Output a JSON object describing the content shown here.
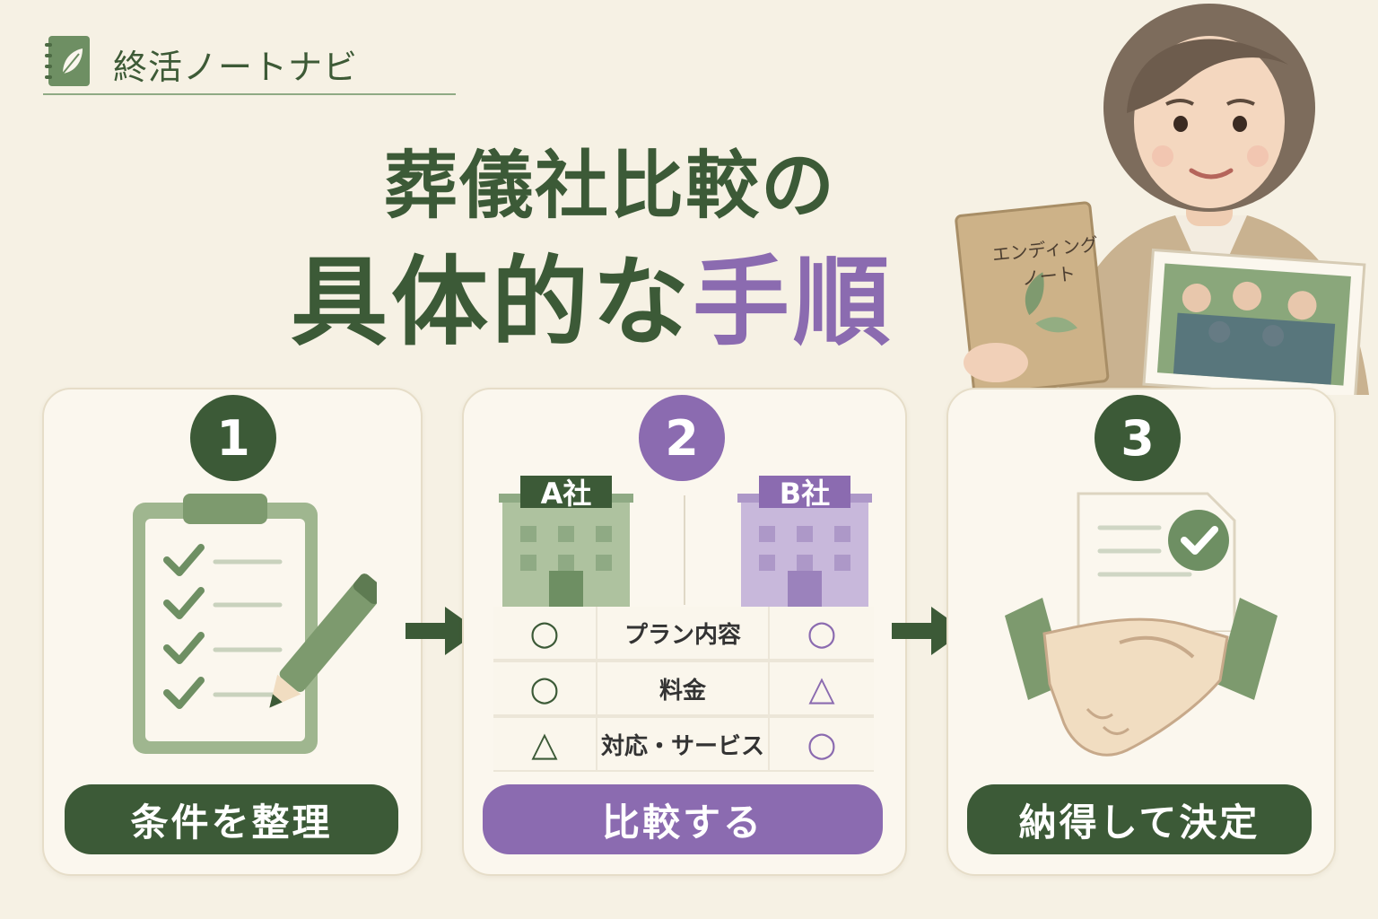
{
  "brand": {
    "name": "終活ノートナビ"
  },
  "title": {
    "line1": "葬儀社比較の",
    "line2_main": "具体的な",
    "line2_accent": "手順"
  },
  "illustration": {
    "book_title_line1": "エンディング",
    "book_title_line2": "ノート"
  },
  "steps": [
    {
      "number": "1",
      "label": "条件を整理"
    },
    {
      "number": "2",
      "label": "比較する"
    },
    {
      "number": "3",
      "label": "納得して決定"
    }
  ],
  "comparison": {
    "company_a": "A社",
    "company_b": "B社",
    "rows": [
      {
        "a": "○",
        "item": "プラン内容",
        "b": "○"
      },
      {
        "a": "○",
        "item": "料金",
        "b": "△"
      },
      {
        "a": "△",
        "item": "対応・サービス",
        "b": "○"
      }
    ]
  },
  "colors": {
    "green": "#3c5a37",
    "purple": "#8b6bb0",
    "background": "#f6f1e4"
  },
  "icons": [
    "notebook-leaf-icon",
    "clipboard-checklist-icon",
    "pencil-icon",
    "building-icon",
    "document-check-icon",
    "handshake-icon",
    "arrow-right-icon"
  ]
}
